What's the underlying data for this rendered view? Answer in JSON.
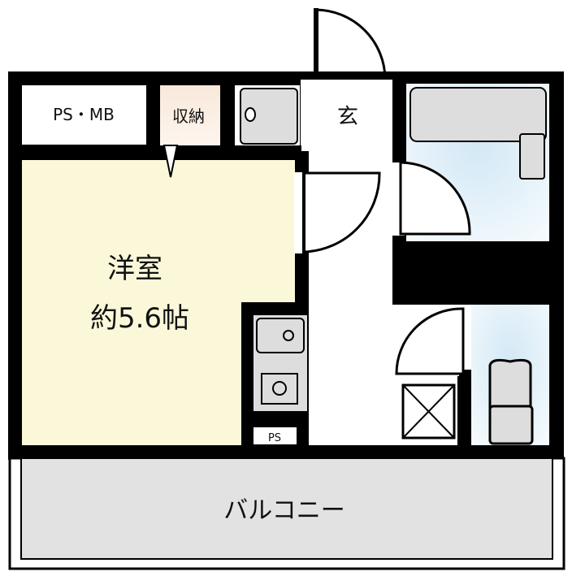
{
  "rooms": {
    "ps_mb": "PS・MB",
    "storage": "収納",
    "entrance": "玄",
    "western_room_name": "洋室",
    "western_room_size": "約5.6帖",
    "ps": "PS",
    "balcony": "バルコニー"
  },
  "colors": {
    "wall": "#000000",
    "western_room": "#fbf8da",
    "storage": "#fbeee2",
    "wet_area": "#d6eaf6",
    "fixture": "#dddddd",
    "balcony": "#e2e2e2"
  }
}
